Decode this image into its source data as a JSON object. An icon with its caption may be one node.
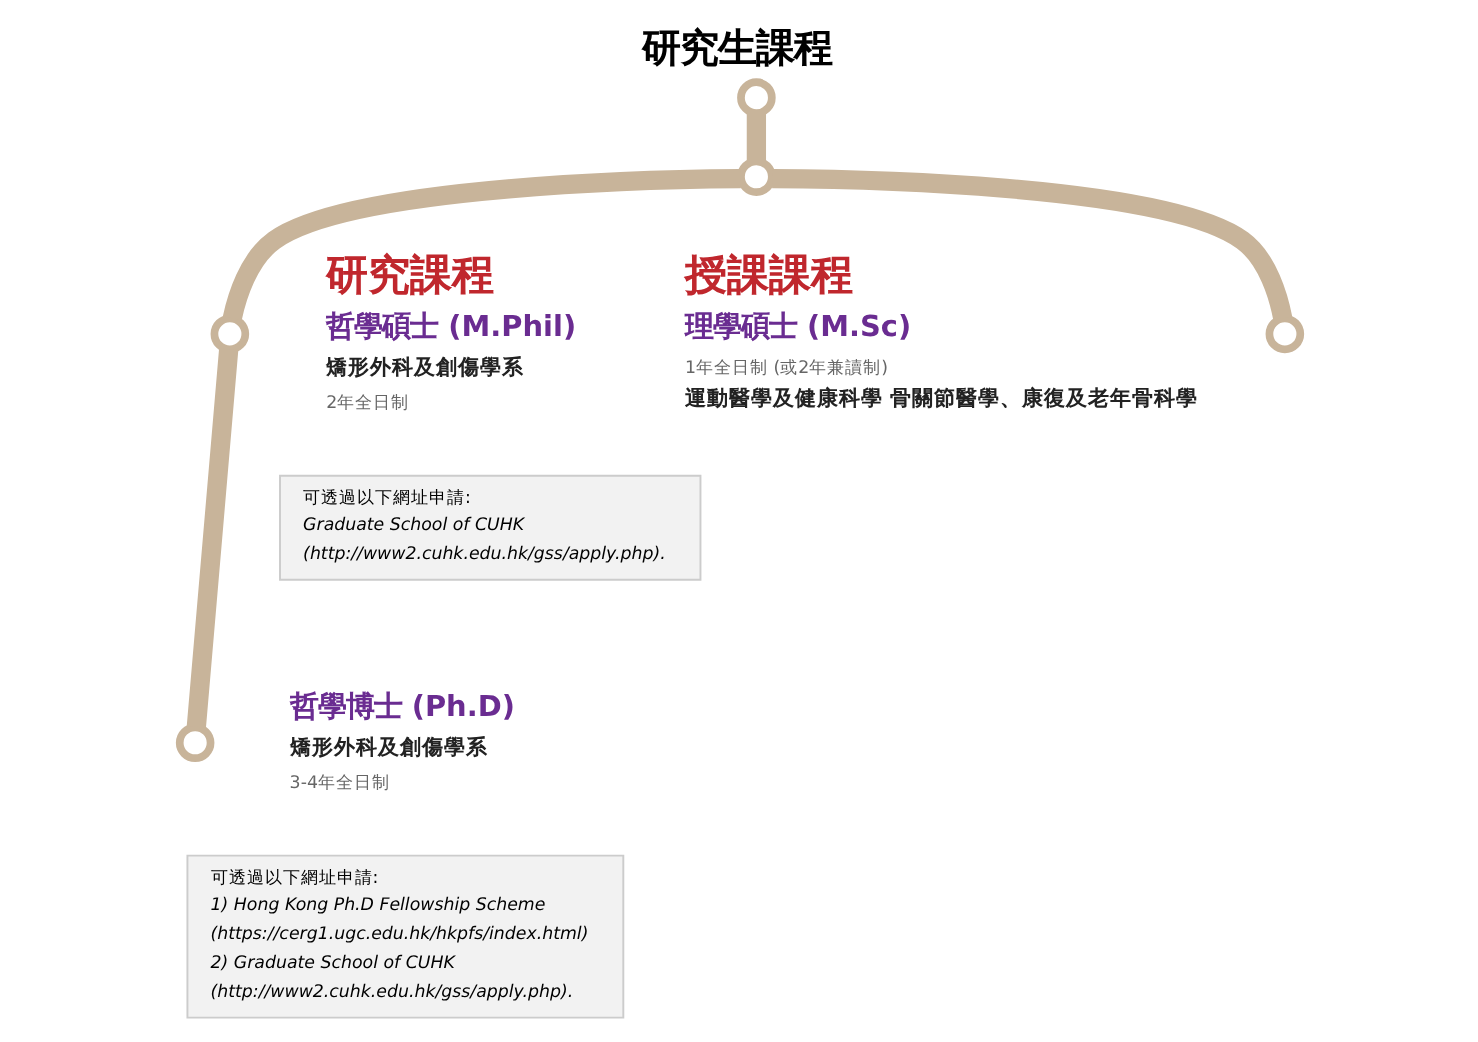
{
  "diagram": {
    "title": "研究生課程",
    "nodes": [
      {
        "text": [],
        "shape": "circle"
      },
      {
        "text": [],
        "shape": "circle"
      },
      {
        "text": [],
        "shape": "circle",
        "beside": [
          "授課課程",
          "理學碩士 (M.Sc)",
          "1年全日制 (或2年兼讀制)",
          "運動醫學及健康科學 骨關節醫學、康復及老年骨科學"
        ]
      },
      {
        "text": [],
        "shape": "circle",
        "beside": [
          "研究課程",
          "哲學碩士 (M.Phil)",
          "矯形外科及創傷學系",
          "2年全日制"
        ]
      },
      {
        "text": [
          "可透過以下網址申請:",
          "Graduate School of CUHK",
          "(http://www2.cuhk.edu.hk/gss/apply.php)."
        ]
      },
      {
        "text": [],
        "shape": "circle",
        "beside": [
          "哲學博士 (Ph.D)",
          "矯形外科及創傷學系",
          "3-4年全日制"
        ]
      },
      {
        "text": [
          "可透過以下網址申請:",
          "1) Hong Kong Ph.D Fellowship Scheme",
          "(https://cerg1.ugc.edu.hk/hkpfs/index.html)",
          "2) Graduate School of CUHK",
          "(http://www2.cuhk.edu.hk/gss/apply.php)."
        ]
      }
    ],
    "edges": [
      {
        "from": 0,
        "to": 1,
        "arrow": "none"
      },
      {
        "from": 1,
        "to": 2,
        "arrow": "none"
      },
      {
        "from": 1,
        "to": 3,
        "arrow": "none"
      },
      {
        "from": 3,
        "to": 5,
        "arrow": "none"
      }
    ]
  }
}
